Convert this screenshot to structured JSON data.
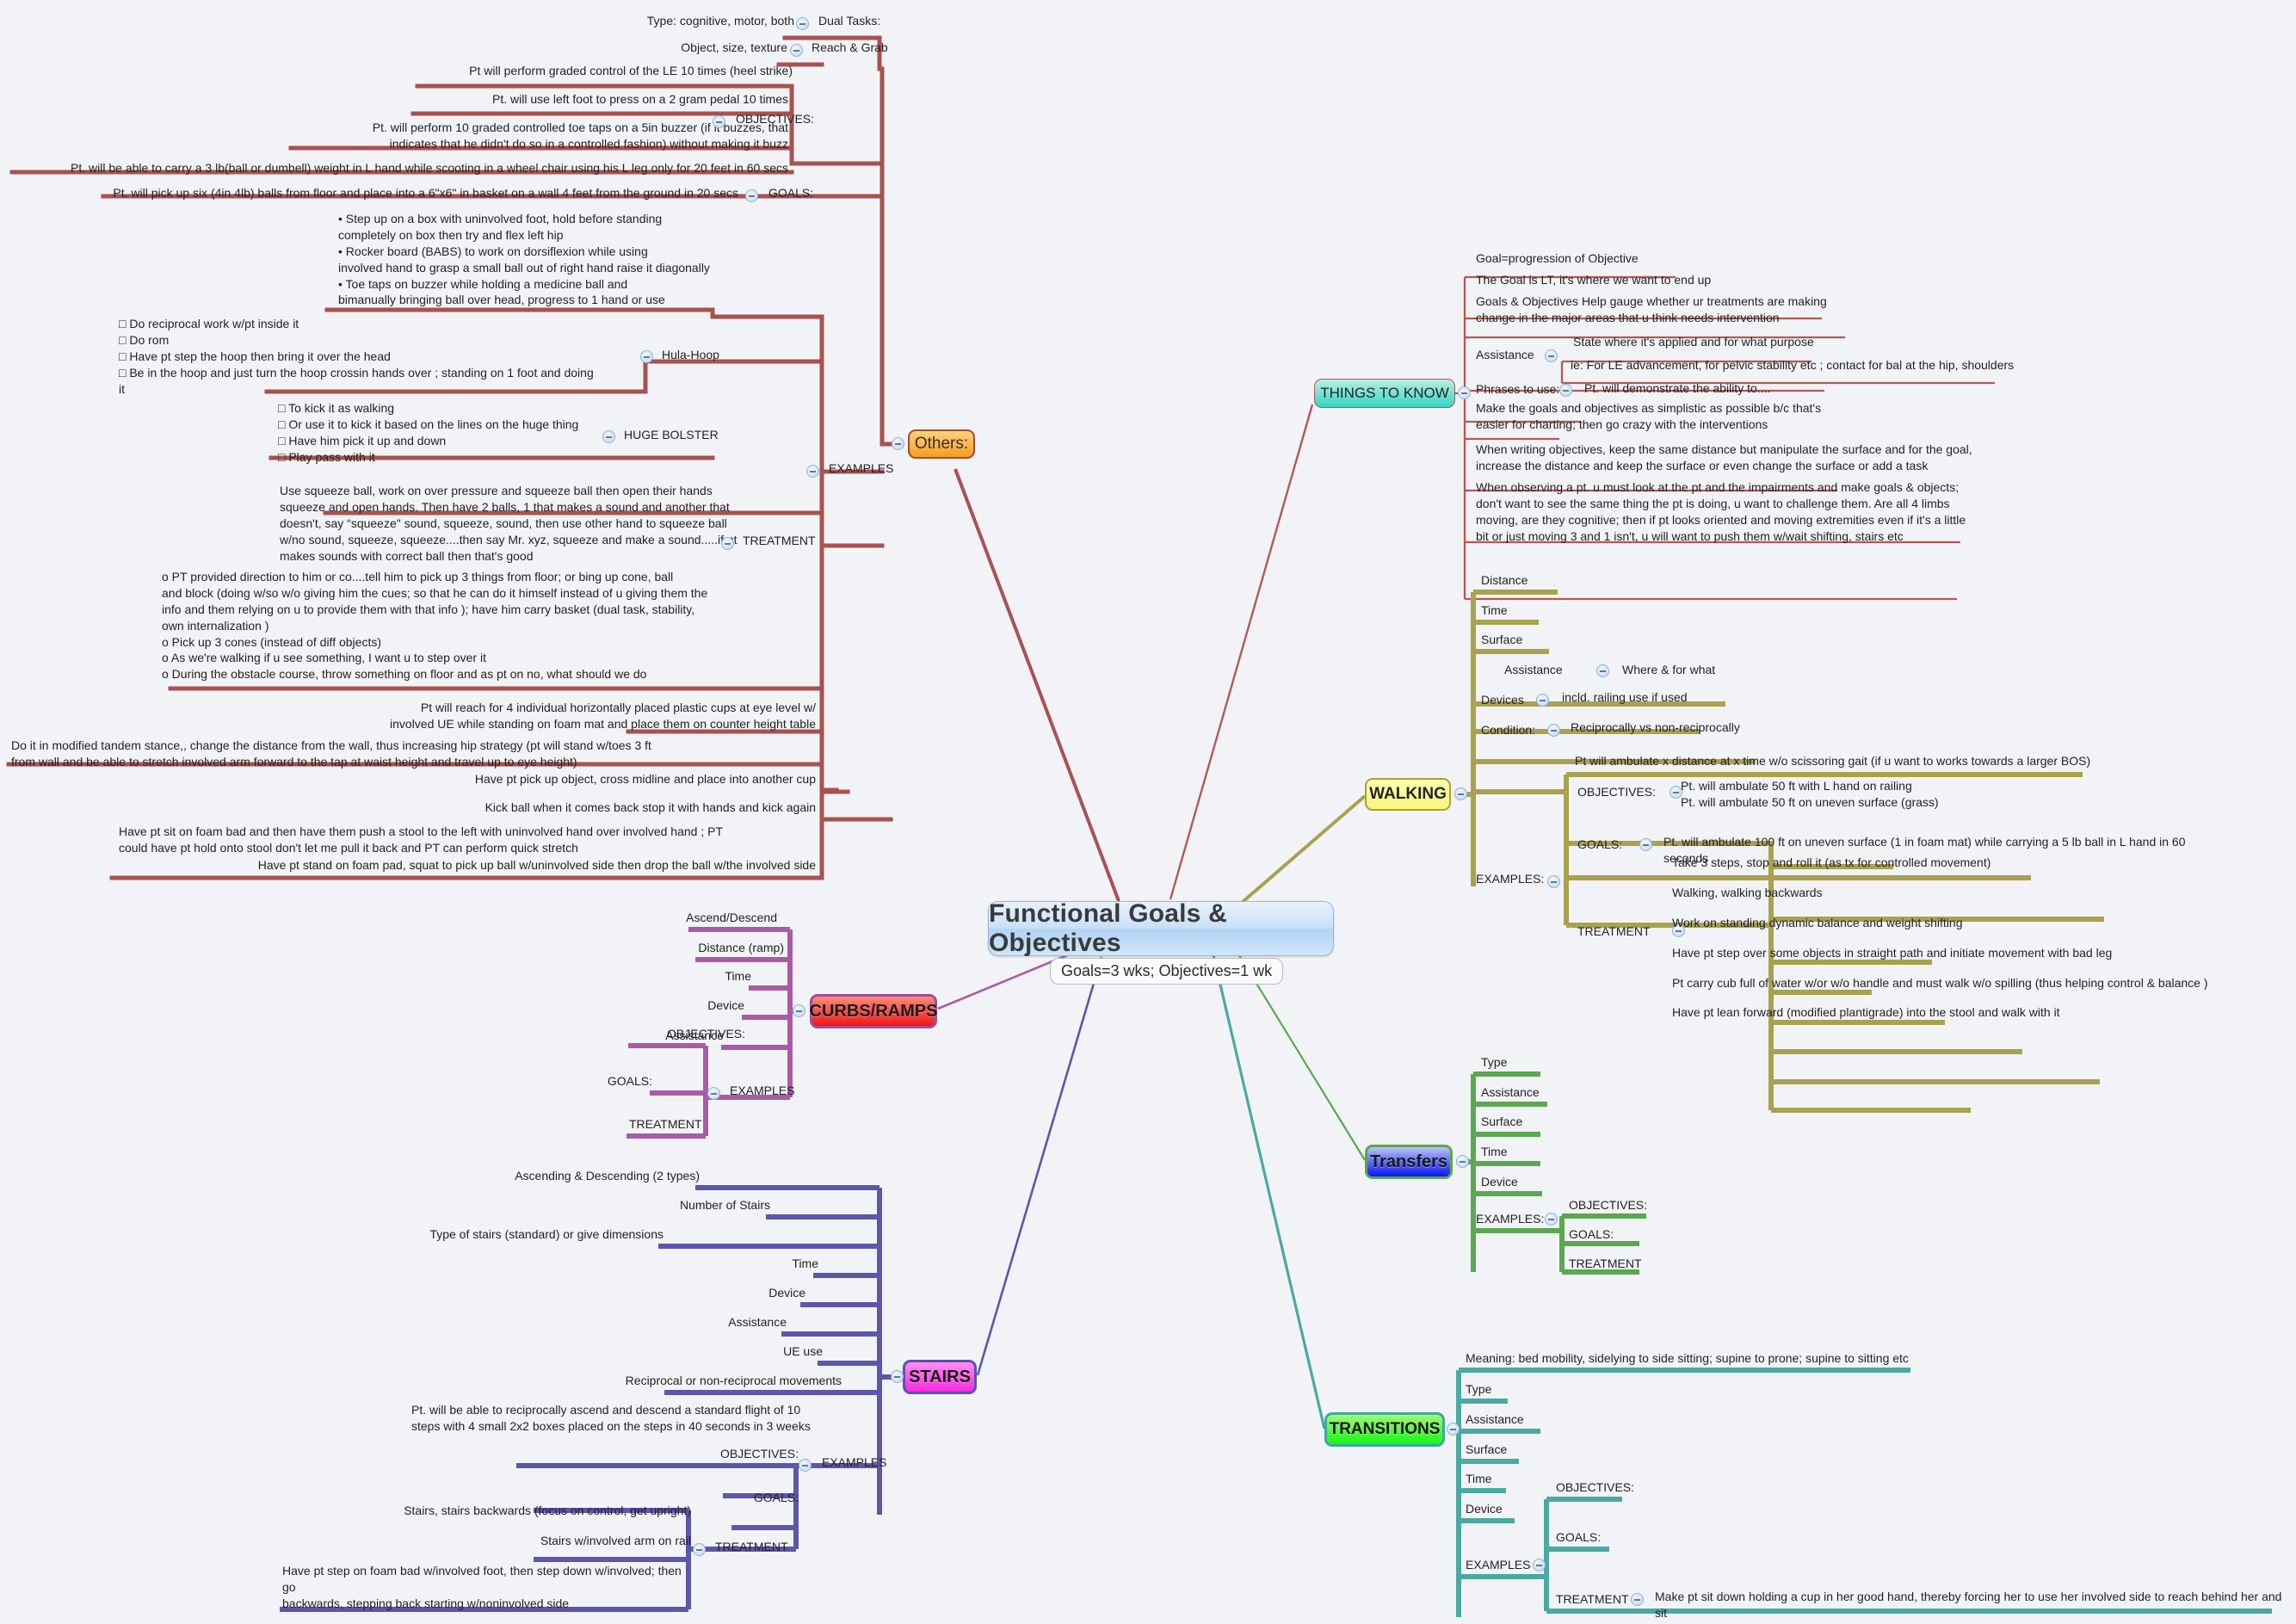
{
  "root": {
    "title": "Functional Goals & Objectives",
    "subtitle": "Goals=3 wks; Objectives=1 wk"
  },
  "branches": {
    "others": {
      "label": "Others:",
      "color": "#a8524f",
      "dual_tasks": {
        "label": "Dual Tasks:",
        "child": "Type: cognitive, motor, both"
      },
      "reach_grab": {
        "label": "Reach & Grab",
        "child": "Object, size, texture"
      },
      "objectives": {
        "label": "OBJECTIVES:",
        "items": [
          "Pt will perform graded control of the LE 10 times (heel strike)",
          "Pt. will use left foot to press on a 2 gram pedal 10 times",
          "Pt. will perform 10 graded controlled toe taps on a 5in buzzer (if it buzzes, that\nindicates that he didn't do so in a controlled fashion) without making it buzz",
          "Pt. will be able to carry a 3 lb(ball or dumbell) weight in L hand while scooting in a wheel chair using his L leg only for 20 feet in 60 secs"
        ]
      },
      "goals": {
        "label": "GOALS:",
        "items": [
          "Pt. will pick up six (4in 4lb) balls from floor and place into a 6\"x6\" in basket  on a wall 4 feet from the ground in 20 secs"
        ]
      },
      "examples": {
        "label": "EXAMPLES",
        "intro": "•\t         Step up on a box with uninvolved foot, hold before standing\ncompletely on box then try and flex left hip\n•\t         Rocker board (BABS)  to work on dorsiflexion  while using\ninvolved hand to grasp a small ball out of right hand raise it diagonally\n•\t         Toe taps on buzzer while holding a medicine ball and\nbimanually bringing ball over head, progress to 1 hand or use",
        "hula_hoop": {
          "label": "Hula-Hoop",
          "text": "□\t         Do reciprocal work w/pt inside it\n□\t         Do rom\n□\t         Have pt step the hoop then bring it over the head\n□\t         Be in the hoop and just turn the hoop crossin hands over ; standing on 1 foot and doing\nit"
        },
        "huge_bolster": {
          "label": "HUGE BOLSTER",
          "text": "□\t         To kick it as walking\n□\t         Or use it to kick it based on the lines on the huge thing\n□\t         Have him pick it up and down\n□\t         Play pass with it"
        }
      },
      "treatment": {
        "label": "TREATMENT",
        "items": [
          "Use squeeze ball, work on over pressure and squeeze ball then open their hands\nsqueeze and open hands. Then have 2 balls, 1 that makes a sound and another that\ndoesn't, say “squeeze\" sound, squeeze, sound, then use other hand to squeeze ball\nw/no sound, squeeze, squeeze....then say Mr. xyz, squeeze and make a sound.....if pt\nmakes sounds with correct ball then that's good",
          "o\t       PT provided direction to him or co....tell him to pick up 3 things from floor; or bing up cone, ball\nand block (doing w/so w/o giving him the cues; so that he can do it himself instead of u giving them the\ninfo and them relying on u to provide them with that info ); have him carry basket (dual task, stability,\nown internalization )\no\t       Pick up 3 cones (instead of diff objects)\no\t       As we're walking if u see something, I want u to step over it\no\t       During the obstacle course, throw something on floor and as pt on no, what should we do",
          "Pt will reach for 4 individual horizontally placed plastic cups at eye level w/\ninvolved UE while standing on foam mat and place them on counter height table",
          "Do it in modified tandem stance,, change the distance from the wall, thus increasing hip strategy (pt will stand w/toes 3 ft\nfrom wall and be able to stretch involved arm forward to the tap at waist height and travel up to eye height)",
          "Have pt pick up object, cross midline and place into another cup",
          "Kick ball when it comes back stop it with hands and kick again",
          "Have pt sit on foam bad and then have them push a stool to the left with uninvolved hand over involved hand ; PT\ncould have pt hold onto stool don't let me pull it back and PT can perform quick stretch",
          "Have pt stand on foam pad, squat to pick up ball w/uninvolved side then drop the ball w/the involved side"
        ]
      }
    },
    "things_to_know": {
      "label": "THINGS TO KNOW",
      "color": "#b05a55",
      "items": [
        "Goal=progression of Objective",
        "The Goal is LT, it's where we want to end up",
        "Goals & Objectives Help gauge whether ur treatments are making\nchange in the major areas that u think needs intervention"
      ],
      "assistance": {
        "label": "Assistance",
        "child": "State where it's applied and for what purpose",
        "grandchild": "ie: For LE advancement, for pelvic stability etc ; contact for bal at the hip, shoulders"
      },
      "phrases": {
        "label": "Phrases to use:",
        "child": "Pt. will demonstrate the ability to...."
      },
      "more": [
        "Make the goals and objectives as simplistic as possible b/c that's\neasier for charting; then go crazy with the interventions",
        "When writing objectives, keep the same distance but manipulate the surface and for the goal,\nincrease the distance and keep the surface or even change the surface or add a task",
        "When observing a pt. u must look at the pt and the impairments and make goals & objects;\ndon't want to see the same thing the pt is doing, u want to challenge them.  Are all 4 limbs\nmoving, are they cognitive; then if pt looks oriented and moving extremities even if it's a little\nbit or just moving 3 and 1 isn't, u will want to push them w/wait shifting, stairs etc"
      ]
    },
    "walking": {
      "label": "WALKING",
      "color": "#a8a24e",
      "attributes": [
        "Distance",
        "Time",
        "Surface"
      ],
      "assistance": {
        "label": "Assistance",
        "child": "Where & for what"
      },
      "devices": {
        "label": "Devices",
        "child": "incld. railing use if used"
      },
      "condition": {
        "label": "Condition:",
        "child": "Reciprocally vs non-reciprocally"
      },
      "examples": {
        "label": "EXAMPLES:",
        "intro": "Pt will ambulate x distance at x time w/o scissoring gait (if u want to works towards a larger BOS)",
        "objectives": {
          "label": "OBJECTIVES:",
          "text": "Pt. will ambulate 50 ft with L hand on railing\nPt. will ambulate 50 ft on uneven surface (grass)"
        },
        "goals": {
          "label": "GOALS:",
          "text": "Pt. will ambulate 100 ft  on uneven surface (1 in foam mat) while carrying a 5 lb ball in L hand in 60 seconds"
        },
        "treatment": {
          "label": "TREATMENT",
          "items": [
            "Take 3 steps, stop and roll it (as tx for controlled movement)",
            "Walking, walking backwards",
            "Work on standing dynamic balance and weight shifting",
            "Have pt step over some objects in straight path and initiate movement with bad leg",
            "Pt carry cub full of water w/or w/o handle and must walk w/o spilling (thus helping control & balance )",
            "Have pt lean forward (modified plantigrade) into the stool and walk with it"
          ]
        }
      }
    },
    "transfers": {
      "label": "Transfers",
      "color": "#5aa84f",
      "attributes": [
        "Type",
        "Assistance",
        "Surface",
        "Time",
        "Device"
      ],
      "examples": {
        "label": "EXAMPLES:",
        "children": [
          "OBJECTIVES:",
          "GOALS:",
          "TREATMENT"
        ]
      }
    },
    "transitions": {
      "label": "TRANSITIONS",
      "color": "#4aa9a2",
      "meaning": "Meaning: bed mobility, sidelying to side sitting; supine to prone; supine to sitting etc",
      "attributes": [
        "Type",
        "Assistance",
        "Surface",
        "Time",
        "Device"
      ],
      "examples": {
        "label": "EXAMPLES",
        "objectives": "OBJECTIVES:",
        "goals": "GOALS:",
        "treatment": {
          "label": "TREATMENT",
          "text": "Make pt sit down holding a cup in her good hand, thereby forcing her to use her involved side to reach behind her and sit"
        }
      }
    },
    "curbs_ramps": {
      "label": "CURBS/RAMPS",
      "color": "#a95ba8",
      "attributes": [
        "Ascend/Descend",
        "Distance (ramp)",
        "Time",
        "Device",
        "Assistance"
      ],
      "examples": {
        "label": "EXAMPLES",
        "children": [
          "OBJECTIVES:",
          "GOALS:",
          "TREATMENT"
        ]
      }
    },
    "stairs": {
      "label": "STAIRS",
      "color": "#5e56ab",
      "attributes": [
        "Ascending & Descending (2 types)",
        "Number of Stairs",
        "Type of stairs (standard) or give dimensions",
        "Time",
        "Device",
        "Assistance",
        "UE use",
        "Reciprocal or non-reciprocal movements"
      ],
      "examples": {
        "label": "EXAMPLES",
        "intro": "Pt. will be able to reciprocally ascend and descend a standard flight of 10\nsteps with 4 small 2x2 boxes placed on the steps in 40 seconds  in 3 weeks",
        "objectives": "OBJECTIVES:",
        "goals": "GOALS:",
        "treatment": {
          "label": "TREATMENT",
          "items": [
            "Stairs, stairs backwards (focus on control, get upright)",
            "Stairs w/involved arm on rail",
            "Have pt step on foam bad w/involved foot, then step down w/involved; then go\nbackwards, stepping back starting w/noninvolved side"
          ]
        }
      }
    }
  }
}
